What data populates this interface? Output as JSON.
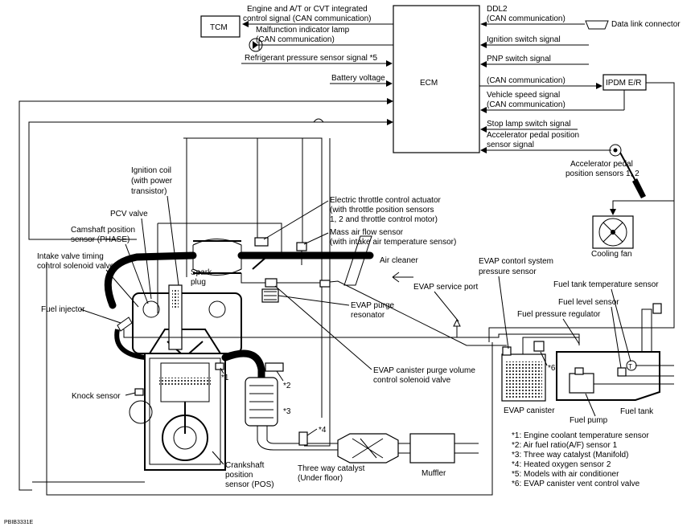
{
  "modules": {
    "ecm": "ECM",
    "tcm": "TCM",
    "ipdm": "IPDM E/R",
    "data_link_connector": "Data link connector"
  },
  "signals": {
    "engine_at_line1": "Engine and A/T or CVT integrated",
    "engine_at_line2": "control signal (CAN communication)",
    "mil_line1": "Malfunction indicator lamp",
    "mil_line2": "(CAN communication)",
    "refrigerant": "Refrigerant pressure sensor signal *5",
    "battery": "Battery voltage",
    "ddl2_line1": "DDL2",
    "ddl2_line2": "(CAN communication)",
    "ignition_switch": "Ignition switch signal",
    "pnp_switch": "PNP switch signal",
    "can_ipdm": "(CAN communication)",
    "vss_line1": "Vehicle speed signal",
    "vss_line2": "(CAN communication)",
    "stop_lamp": "Stop lamp switch signal",
    "app_line1": "Accelerator pedal position",
    "app_line2": "sensor signal"
  },
  "components": {
    "app_sensor_line1": "Accelerator pedal",
    "app_sensor_line2": "position sensors 1, 2",
    "cooling_fan": "Cooling fan",
    "ignition_coil_line1": "Ignition coil",
    "ignition_coil_line2": "(with power",
    "ignition_coil_line3": "transistor)",
    "throttle_line1": "Electric throttle control actuator",
    "throttle_line2": "(with throttle position sensors",
    "throttle_line3": "1, 2 and throttle control motor)",
    "pcv_valve": "PCV valve",
    "maf_line1": "Mass air flow sensor",
    "maf_line2": "(with intake air temperature sensor)",
    "camshaft_line1": "Camshaft position",
    "camshaft_line2": "sensor (PHASE)",
    "air_cleaner": "Air cleaner",
    "intake_valve_line1": "Intake valve timing",
    "intake_valve_line2": "control solenoid valve",
    "spark_line1": "Spark",
    "spark_line2": "plug",
    "evap_service_port": "EVAP service port",
    "evap_pressure_line1": "EVAP contorl system",
    "evap_pressure_line2": "pressure sensor",
    "fuel_tank_temp": "Fuel tank temperature sensor",
    "fuel_level": "Fuel level sensor",
    "fuel_pressure_reg": "Fuel pressure regulator",
    "fuel_injector": "Fuel injector",
    "evap_purge_line1": "EVAP purge",
    "evap_purge_line2": "resonator",
    "knock_sensor": "Knock sensor",
    "evap_canister_purge_line1": "EVAP canister purge volume",
    "evap_canister_purge_line2": "control solenoid valve",
    "evap_canister": "EVAP canister",
    "fuel_tank": "Fuel tank",
    "fuel_pump": "Fuel pump",
    "crank_line1": "Crankshaft",
    "crank_line2": "position",
    "crank_line3": "sensor (POS)",
    "twc_line1": "Three way catalyst",
    "twc_line2": "(Under floor)",
    "muffler": "Muffler",
    "tank_temp_symbol": "T"
  },
  "markers": {
    "m1": "*1",
    "m2": "*2",
    "m3": "*3",
    "m4": "*4",
    "m6": "*6"
  },
  "footnotes": [
    "*1: Engine coolant temperature sensor",
    "*2: Air fuel ratio(A/F) sensor 1",
    "*3: Three way catalyst (Manifold)",
    "*4: Heated oxygen sensor 2",
    "*5: Models with air conditioner",
    "*6: EVAP canister vent control valve"
  ],
  "figure_code": "PBIB3331E"
}
